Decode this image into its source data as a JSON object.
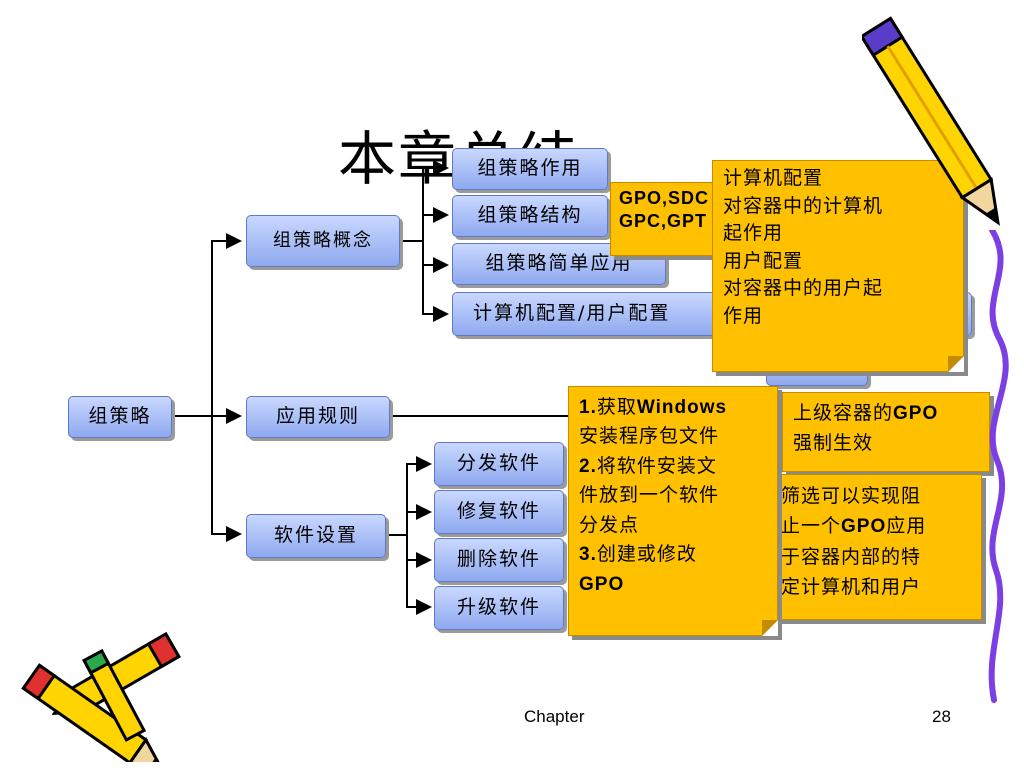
{
  "slide": {
    "title": "本章总结",
    "footer_left": "Chapter",
    "page_number": "28"
  },
  "tree": {
    "root": "组策略",
    "level1": {
      "concept": "组策略概念",
      "rules": "应用规则",
      "software": "软件设置"
    },
    "concept_children": [
      "组策略作用",
      "组策略结构",
      "组策略简单应用",
      "计算机配置/用户配置"
    ],
    "software_children": [
      "分发软件",
      "修复软件",
      "删除软件",
      "升级软件"
    ]
  },
  "notes": {
    "structure": [
      "GPO,SDC",
      "GPC,GPT"
    ],
    "config": [
      "计算机配置",
      "对容器中的计算机",
      "起作用",
      "用户配置",
      "对容器中的用户起",
      "作用"
    ],
    "enforce_prefix": "上级容器的",
    "enforce_bold": "GPO",
    "enforce_line2": "强制生效",
    "filter_line1": "筛选可以实现阻",
    "filter_line2_prefix": "止一个",
    "filter_line2_bold": "GPO",
    "filter_line2_suffix": "应用",
    "filter_line3": "于容器内部的特",
    "filter_line4": "定计算机和用户",
    "steps": {
      "s1_num": "1.",
      "s1_a": "获取",
      "s1_b": "Windows",
      "s1_c": "安装程序包文件",
      "s2_num": "2.",
      "s2_a": "将软件安装文",
      "s2_b": "件放到一个软件",
      "s2_c": "分发点",
      "s3_num": "3.",
      "s3_a": "创建或修改",
      "s3_b": "GPO"
    }
  },
  "colors": {
    "box_fill": "#a9bff7",
    "note_fill": "#ffc000",
    "pencil_body": "#ffd400",
    "pencil_outline": "#000000",
    "squiggle": "#7b3fe4"
  }
}
